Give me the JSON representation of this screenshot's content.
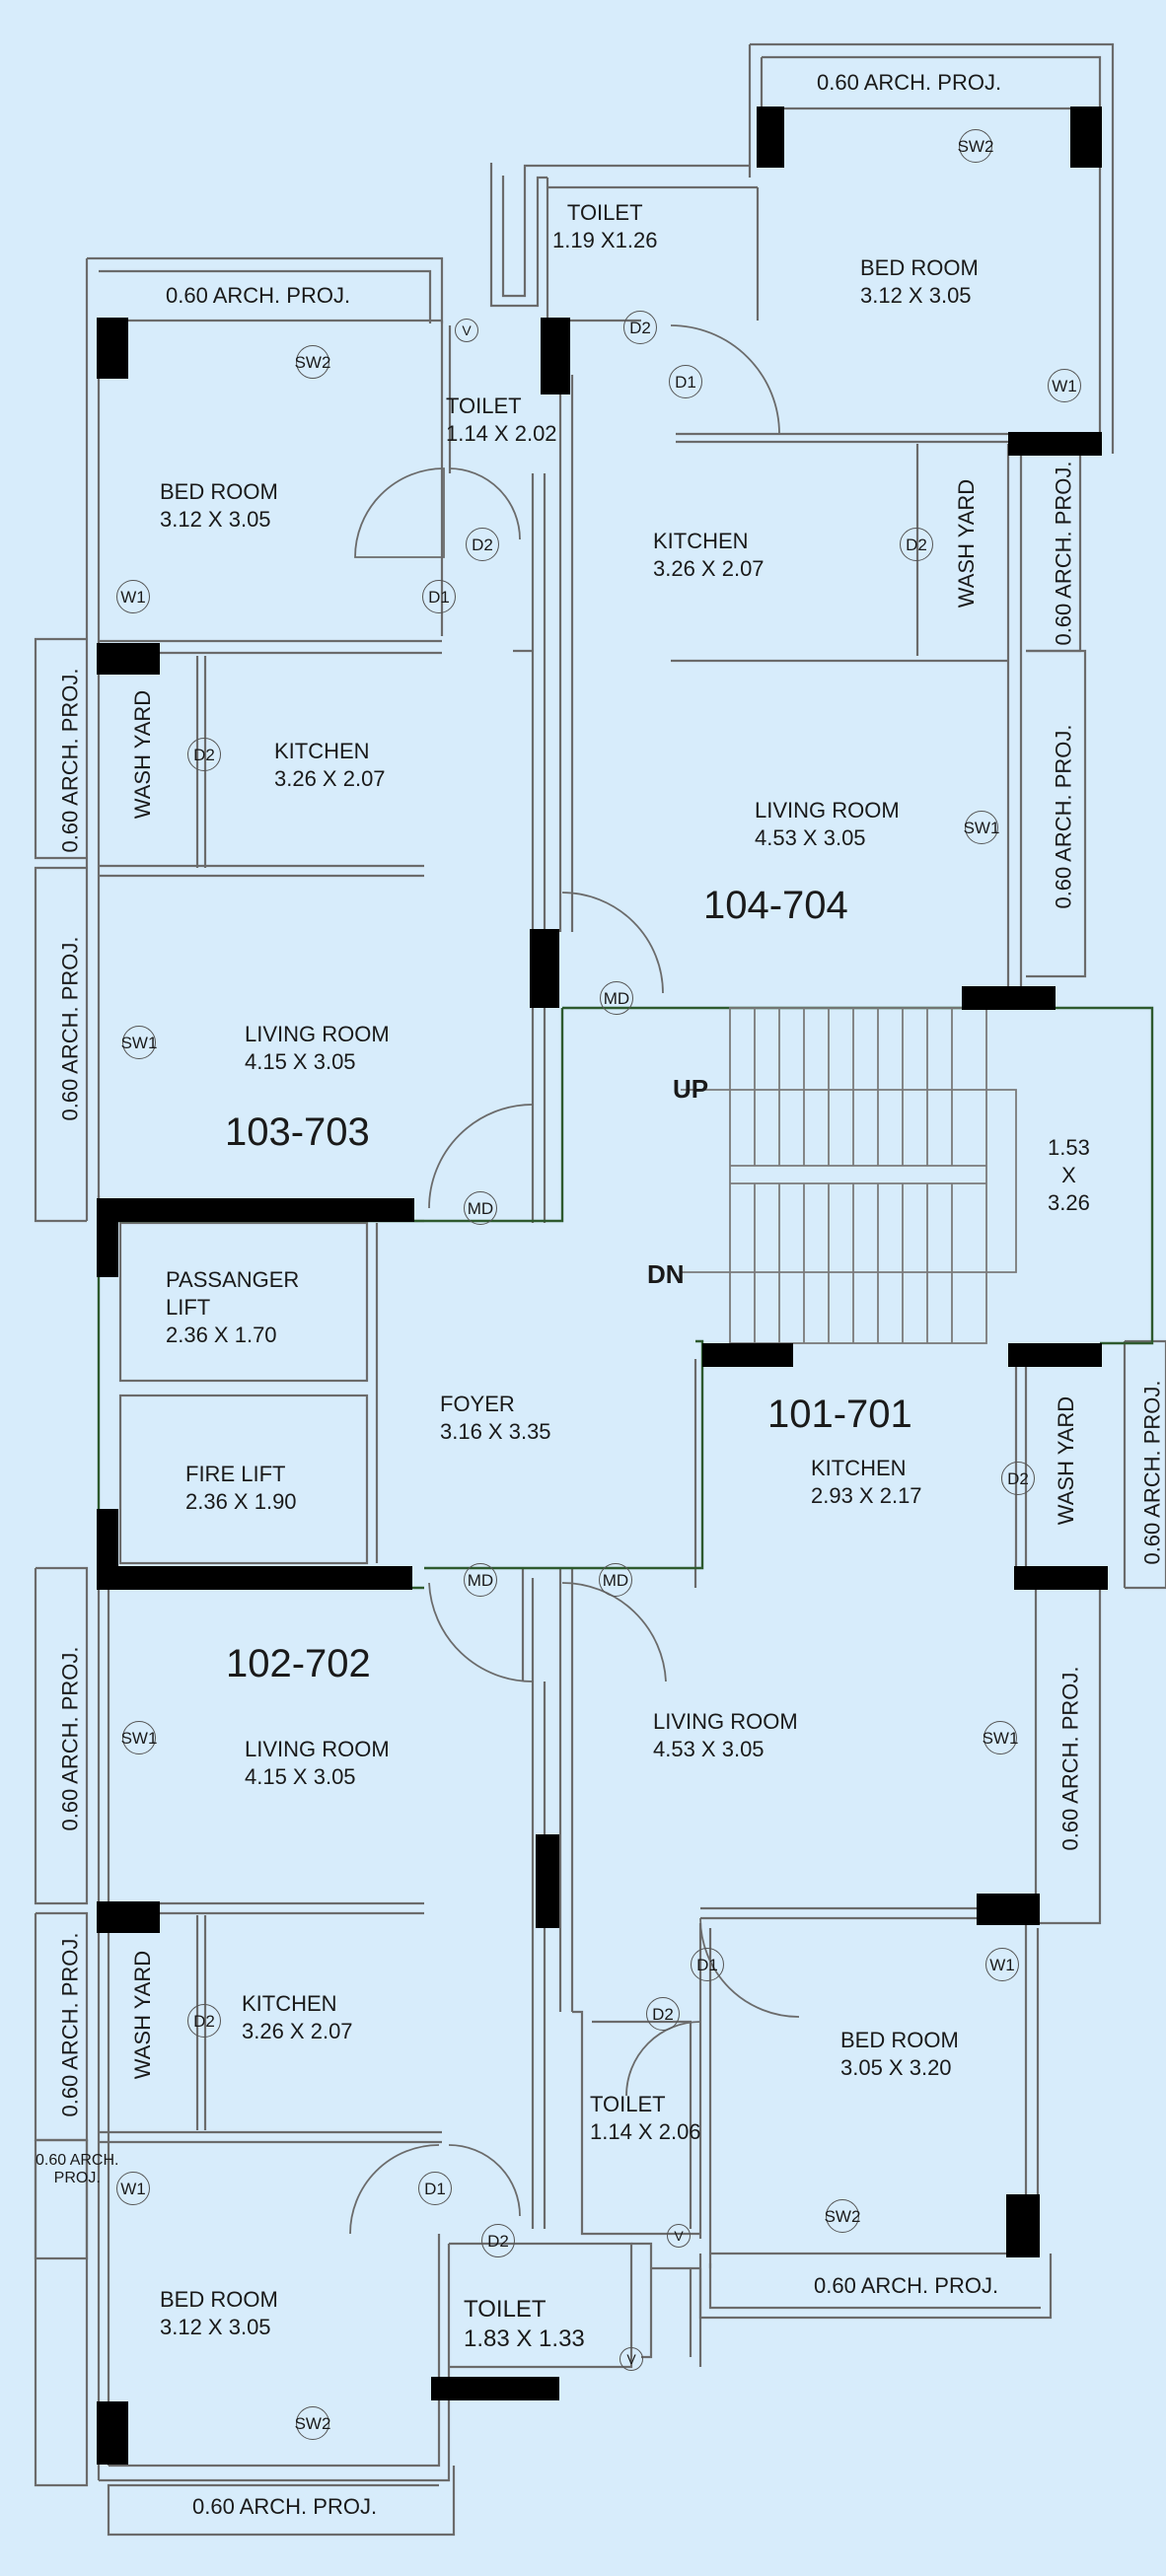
{
  "units": [
    {
      "id": "u1",
      "code": "104-704"
    },
    {
      "id": "u2",
      "code": "103-703"
    },
    {
      "id": "u3",
      "code": "101-701"
    },
    {
      "id": "u4",
      "code": "102-702"
    }
  ],
  "rooms": {
    "r104_toilet": {
      "name": "TOILET",
      "size": "1.19 X1.26"
    },
    "r104_bed": {
      "name": "BED ROOM",
      "size": "3.12 X 3.05"
    },
    "r104_kitchen": {
      "name": "KITCHEN",
      "size": "3.26 X 2.07"
    },
    "r104_living": {
      "name": "LIVING ROOM",
      "size": "4.53 X 3.05"
    },
    "r103_bed": {
      "name": "BED ROOM",
      "size": "3.12 X 3.05"
    },
    "r103_toilet": {
      "name": "TOILET",
      "size": "1.14 X 2.02"
    },
    "r103_kitchen": {
      "name": "KITCHEN",
      "size": "3.26 X 2.07"
    },
    "r103_living": {
      "name": "LIVING ROOM",
      "size": "4.15 X 3.05"
    },
    "lift_pass": {
      "name1": "PASSANGER",
      "name2": "LIFT",
      "size": "2.36 X 1.70"
    },
    "lift_fire": {
      "name": "FIRE LIFT",
      "size": "2.36 X 1.90"
    },
    "foyer": {
      "name": "FOYER",
      "size": "3.16 X 3.35"
    },
    "stair": {
      "w": "1.53",
      "x": "X",
      "h": "3.26",
      "up": "UP",
      "dn": "DN"
    },
    "r101_kitchen": {
      "name": "KITCHEN",
      "size": "2.93 X 2.17"
    },
    "r101_living": {
      "name": "LIVING ROOM",
      "size": "4.53 X 3.05"
    },
    "r101_bed": {
      "name": "BED ROOM",
      "size": "3.05 X 3.20"
    },
    "r101_toilet": {
      "name": "TOILET",
      "size": "1.14 X 2.06"
    },
    "r102_living": {
      "name": "LIVING ROOM",
      "size": "4.15 X 3.05"
    },
    "r102_kitchen": {
      "name": "KITCHEN",
      "size": "3.26 X 2.07"
    },
    "r102_bed": {
      "name": "BED ROOM",
      "size": "3.12 X 3.05"
    },
    "r102_toilet": {
      "name": "TOILET",
      "size": "1.83 X 1.33"
    }
  },
  "proj": {
    "text": "0.60 ARCH. PROJ.",
    "small1": "0.60 ARCH.",
    "small2": "PROJ."
  },
  "wash": "WASH YARD",
  "marks": {
    "sw1": "SW1",
    "sw2": "SW2",
    "w1": "W1",
    "d1": "D1",
    "d2": "D2",
    "md": "MD",
    "v": "V"
  },
  "colors": {
    "background": "#d7ecfb",
    "wall": "#666666",
    "column": "#000000",
    "core": "#2e5a2e"
  }
}
